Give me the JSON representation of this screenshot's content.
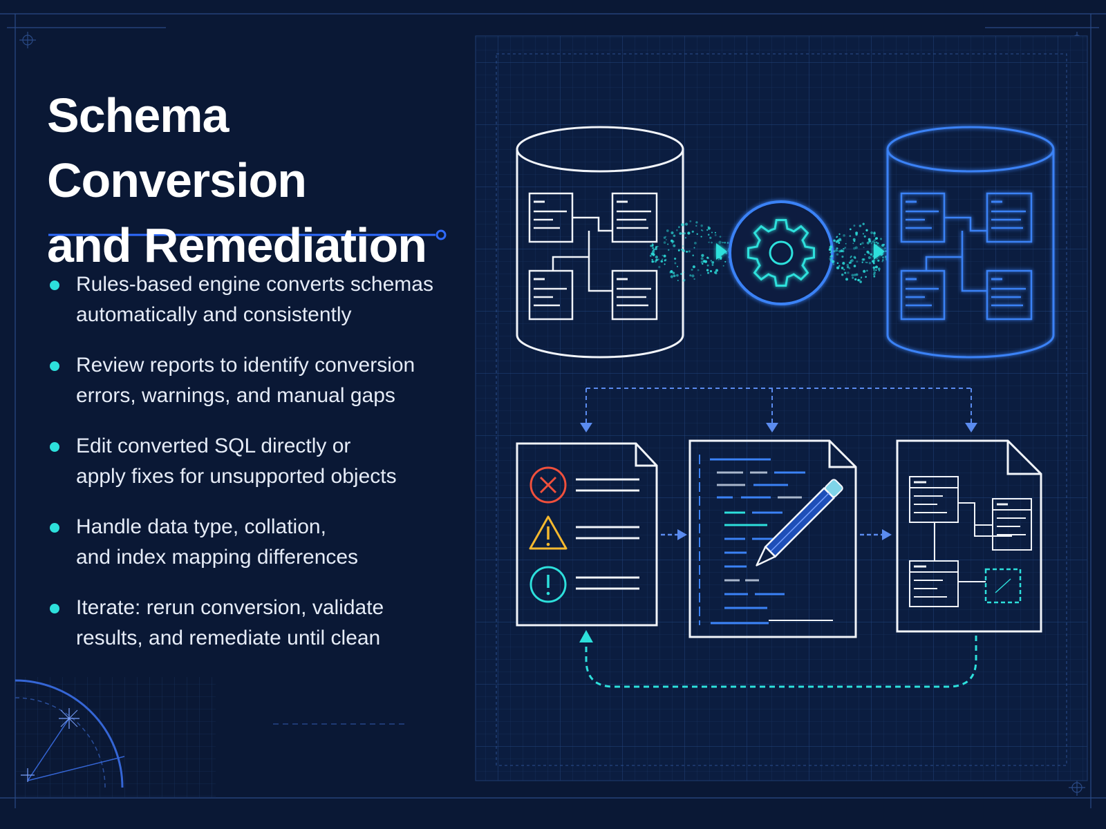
{
  "title": {
    "line1": "Schema Conversion",
    "line2": "and Remediation"
  },
  "bullets": [
    {
      "line1": "Rules-based engine converts schemas",
      "line2": "automatically and consistently"
    },
    {
      "line1": "Review reports to identify conversion",
      "line2": "errors, warnings, and manual gaps"
    },
    {
      "line1": "Edit converted SQL directly or",
      "line2": "apply fixes for unsupported objects"
    },
    {
      "line1": "Handle data type, collation,",
      "line2": "and index mapping differences"
    },
    {
      "line1": "Iterate: rerun conversion, validate",
      "line2": "results, and remediate until clean"
    }
  ],
  "colors": {
    "background": "#0a1835",
    "accent_blue": "#3b82f6",
    "accent_cyan": "#2de0dc",
    "error_red": "#f0503c",
    "warning_yellow": "#f5b82e",
    "line_white": "#f2f5fa"
  },
  "icons": {
    "source_db": "database-cylinder-icon",
    "target_db": "database-cylinder-icon",
    "engine": "gear-icon",
    "report": "report-document-icon",
    "error": "error-x-icon",
    "warning": "warning-triangle-icon",
    "info": "info-exclamation-icon",
    "sql_editor": "code-document-pencil-icon",
    "validated_schema": "schema-document-icon"
  }
}
